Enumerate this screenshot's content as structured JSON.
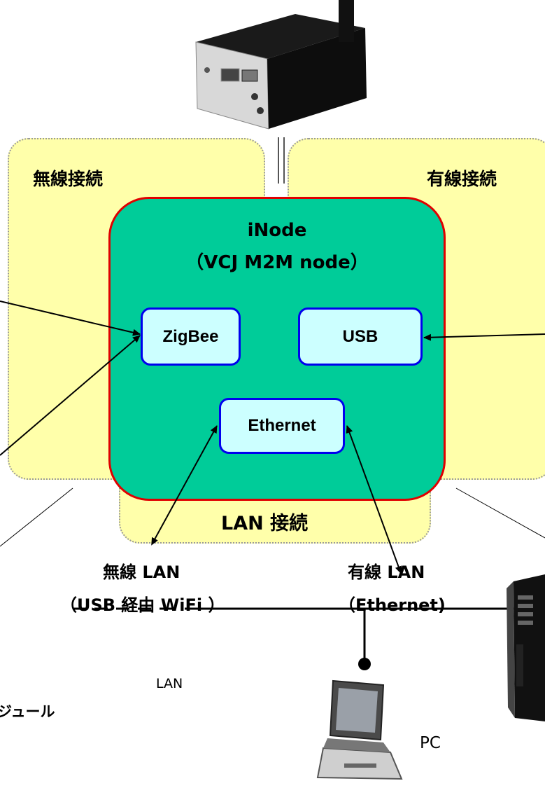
{
  "zones": {
    "wireless": "無線接続",
    "wired": "有線接続",
    "lan": "LAN 接続"
  },
  "node": {
    "title_line1": "iNode",
    "title_line2": "（VCJ M2M node）"
  },
  "chips": {
    "zigbee": "ZigBee",
    "usb": "USB",
    "ethernet": "Ethernet"
  },
  "captions": {
    "wireless_lan": "無線 LAN",
    "wireless_lan_sub": "（USB 経由 WiFi ）",
    "wired_lan": "有線 LAN",
    "wired_lan_sub": "（Ethernet)"
  },
  "labels": {
    "lan": "LAN",
    "module_partial": "ジュール",
    "pc": "PC"
  },
  "colors": {
    "node_fill": "#00cc99",
    "node_border": "#e00000",
    "chip_fill": "#ccffff",
    "chip_border": "#0000ee",
    "zone_fill": "#ffffaa"
  }
}
